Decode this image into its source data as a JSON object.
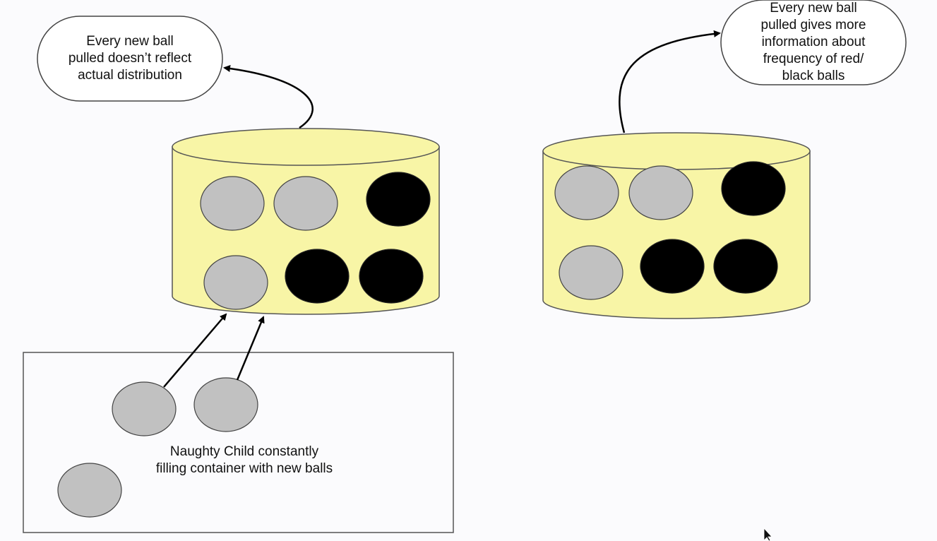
{
  "diagram": {
    "left_callout": {
      "lines": [
        "Every new ball",
        "pulled doesn’t reflect",
        "actual distribution"
      ]
    },
    "right_callout": {
      "lines": [
        "Every new ball",
        "pulled gives more",
        "information about",
        "frequency of red/",
        "black balls"
      ]
    },
    "child_box": {
      "lines": [
        "Naughty Child constantly",
        "filling container with new balls"
      ]
    },
    "left_container": {
      "balls": [
        "gray",
        "gray",
        "black",
        "gray",
        "black",
        "black"
      ]
    },
    "right_container": {
      "balls": [
        "gray",
        "gray",
        "black",
        "gray",
        "black",
        "black"
      ]
    },
    "incoming_balls": [
      "gray",
      "gray",
      "gray"
    ],
    "colors": {
      "container_fill": "#f8f5a6",
      "ball_gray": "#c1c1c1",
      "ball_black": "#000000",
      "callout_fill": "#ffffff",
      "stroke": "#444444"
    }
  }
}
